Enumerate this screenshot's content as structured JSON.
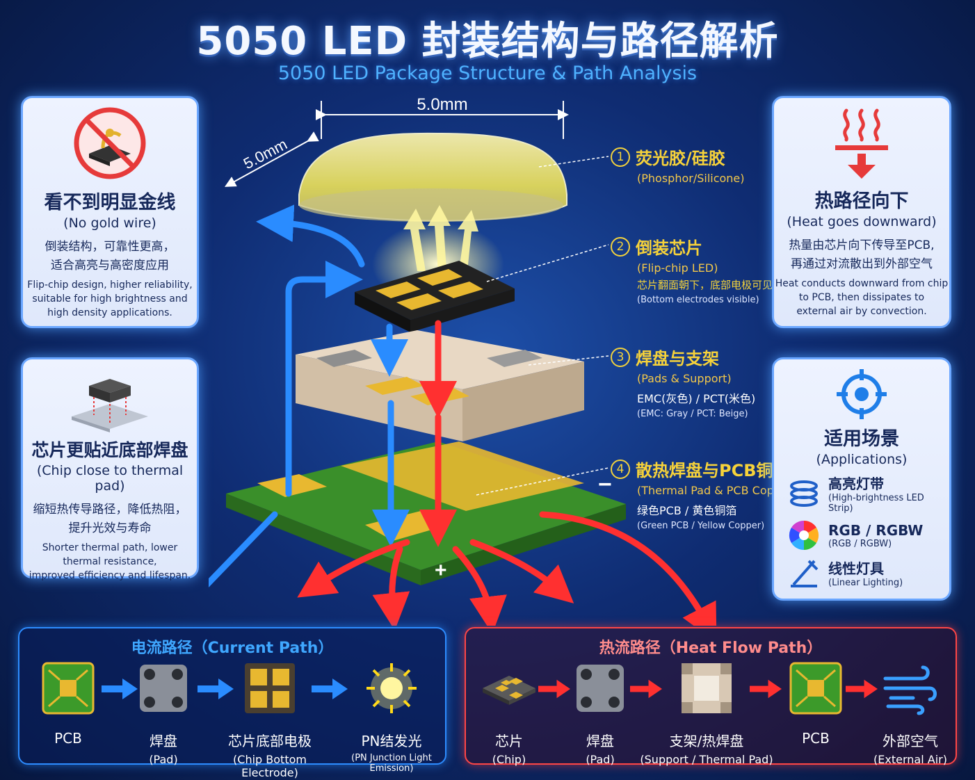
{
  "title": "5050 LED 封装结构与路径解析",
  "subtitle": "5050 LED Package Structure & Path Analysis",
  "dimensions": {
    "width_label": "5.0mm",
    "depth_label": "5.0mm"
  },
  "left_cards": [
    {
      "icon": "no-gold-wire-icon",
      "title": "看不到明显金线",
      "title_en": "(No gold wire)",
      "desc_zh_1": "倒装结构，可靠性更高，",
      "desc_zh_2": "适合高亮与高密度应用",
      "desc_en_1": "Flip-chip design, higher reliability,",
      "desc_en_2": "suitable for high brightness and",
      "desc_en_3": "high density applications."
    },
    {
      "icon": "chip-on-pad-icon",
      "title": "芯片更贴近底部焊盘",
      "title_en": "(Chip close to thermal pad)",
      "desc_zh_1": "缩短热传导路径，降低热阻，",
      "desc_zh_2": "提升光效与寿命",
      "desc_en_1": "Shorter thermal path, lower",
      "desc_en_2": "thermal resistance,",
      "desc_en_3": "improved efficiency and lifespan."
    }
  ],
  "right_cards": {
    "heat": {
      "icon": "heat-down-icon",
      "title": "热路径向下",
      "title_en": "(Heat goes downward)",
      "desc_zh_1": "热量由芯片向下传导至PCB,",
      "desc_zh_2": "再通过对流散出到外部空气",
      "desc_en_1": "Heat conducts downward from chip",
      "desc_en_2": "to PCB, then dissipates to",
      "desc_en_3": "external air by convection."
    },
    "applications": {
      "icon": "target-icon",
      "title": "适用场景",
      "title_en": "(Applications)",
      "items": [
        {
          "icon": "led-strip-icon",
          "label": "高亮灯带",
          "label_en": "(High-brightness LED Strip)"
        },
        {
          "icon": "rgb-wheel-icon",
          "label": "RGB / RGBW",
          "label_en": "(RGB / RGBW)"
        },
        {
          "icon": "linear-light-icon",
          "label": "线性灯具",
          "label_en": "(Linear Lighting)"
        }
      ]
    }
  },
  "callouts": [
    {
      "num": "1",
      "zh": "荧光胶/硅胶",
      "en": "(Phosphor/Silicone)",
      "d1": "",
      "d2": ""
    },
    {
      "num": "2",
      "zh": "倒装芯片",
      "en": "(Flip-chip LED)",
      "d1": "芯片翻面朝下，底部电极可见",
      "d2": "(Bottom electrodes visible)"
    },
    {
      "num": "3",
      "zh": "焊盘与支架",
      "en": "(Pads & Support)",
      "d1": "EMC(灰色) / PCT(米色)",
      "d2": "(EMC: Gray / PCT: Beige)"
    },
    {
      "num": "4",
      "zh": "散热焊盘与PCB铜箔",
      "en": "(Thermal Pad & PCB Copper)",
      "d1": "绿色PCB / 黄色铜箔",
      "d2": "(Green PCB / Yellow Copper)"
    }
  ],
  "pcb_signs": {
    "minus": "−",
    "plus": "+"
  },
  "current_path": {
    "title": "电流路径（Current Path）",
    "steps": [
      {
        "icon": "pcb-icon",
        "zh": "PCB",
        "en": ""
      },
      {
        "icon": "pad-icon",
        "zh": "焊盘",
        "en": "(Pad)"
      },
      {
        "icon": "chip-electrode-icon",
        "zh": "芯片底部电极",
        "en": "(Chip Bottom Electrode)"
      },
      {
        "icon": "light-emission-icon",
        "zh": "PN结发光",
        "en": "(PN Junction Light Emission)"
      }
    ]
  },
  "heat_path": {
    "title": "热流路径（Heat Flow Path）",
    "steps": [
      {
        "icon": "chip-icon",
        "zh": "芯片",
        "en": "(Chip)"
      },
      {
        "icon": "pad-icon",
        "zh": "焊盘",
        "en": "(Pad)"
      },
      {
        "icon": "support-pad-icon",
        "zh": "支架/热焊盘",
        "en": "(Support / Thermal Pad)"
      },
      {
        "icon": "pcb-icon",
        "zh": "PCB",
        "en": ""
      },
      {
        "icon": "air-icon",
        "zh": "外部空气",
        "en": "(External Air)"
      }
    ]
  },
  "colors": {
    "current": "#2a8cff",
    "heat": "#ff3030",
    "pcb_green": "#3a8f2a",
    "copper": "#e8b830",
    "callout_yellow": "#f6d23a"
  }
}
